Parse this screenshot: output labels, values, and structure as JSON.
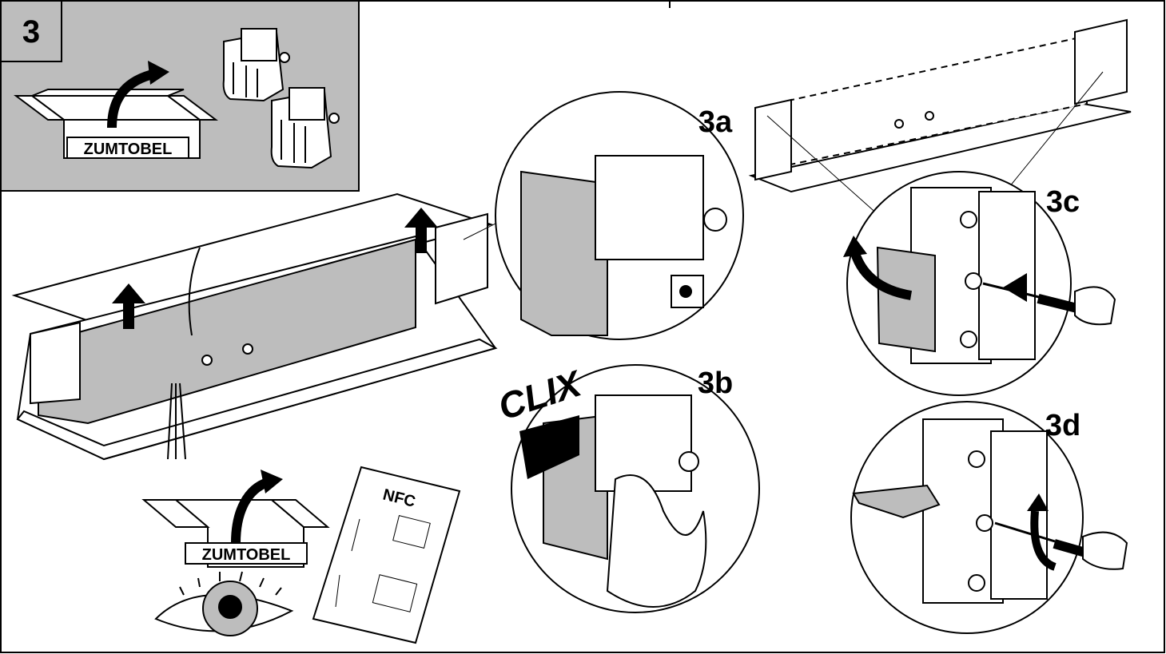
{
  "step_number": "3",
  "brand_label": "ZUMTOBEL",
  "brand_label_lower": "ZUMTOBEL",
  "nfc_label": "NFC",
  "clix_label": "CLIX",
  "substeps": {
    "a": "3a",
    "b": "3b",
    "c": "3c",
    "d": "3d"
  },
  "colors": {
    "panel_grey": "#bdbdbd",
    "line": "#000000",
    "background": "#ffffff"
  },
  "icons": [
    "box-icon",
    "arrow-icon",
    "eye-icon",
    "screwdriver-icon",
    "hand-icon",
    "document-icon"
  ]
}
